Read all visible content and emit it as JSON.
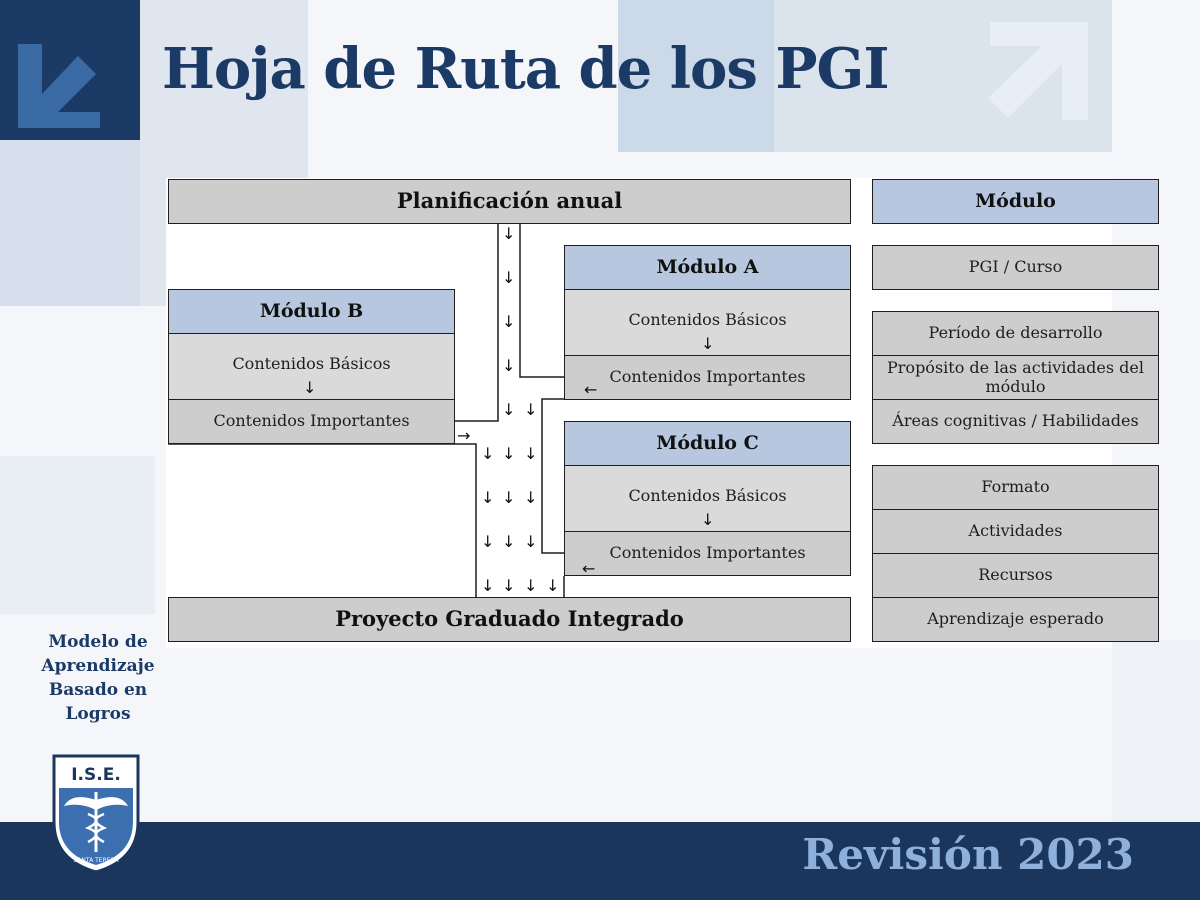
{
  "title": "Hoja de Ruta de los PGI",
  "footer": {
    "revision": "Revisión 2023"
  },
  "sidebar": {
    "caption": "Modelo de Aprendizaje Basado en Logros",
    "logo_text": "I.S.E.",
    "logo_subtext": "SANTA TERESA"
  },
  "diagram": {
    "top_bar": "Planificación anual",
    "bottom_bar": "Proyecto Graduado Integrado",
    "modulo_a": {
      "title": "Módulo A",
      "basic": "Contenidos Básicos",
      "important": "Contenidos Importantes"
    },
    "modulo_b": {
      "title": "Módulo B",
      "basic": "Contenidos Básicos",
      "important": "Contenidos Importantes"
    },
    "modulo_c": {
      "title": "Módulo C",
      "basic": "Contenidos Básicos",
      "important": "Contenidos Importantes"
    }
  },
  "legend": {
    "header": "Módulo",
    "group1": [
      "PGI / Curso"
    ],
    "group2": [
      "Período de desarrollo",
      "Propósito de las actividades del módulo",
      "Áreas cognitivas / Habilidades"
    ],
    "group3": [
      "Formato",
      "Actividades",
      "Recursos",
      "Aprendizaje esperado"
    ]
  },
  "colors": {
    "navy": "#1b365d",
    "header_blue": "#b6c7df",
    "cell_gray": "#cdcdcd"
  },
  "icons": {
    "corner_left": "arrow-down-left-icon",
    "corner_right": "arrow-up-right-icon",
    "logo": "caduceus-shield-logo"
  }
}
